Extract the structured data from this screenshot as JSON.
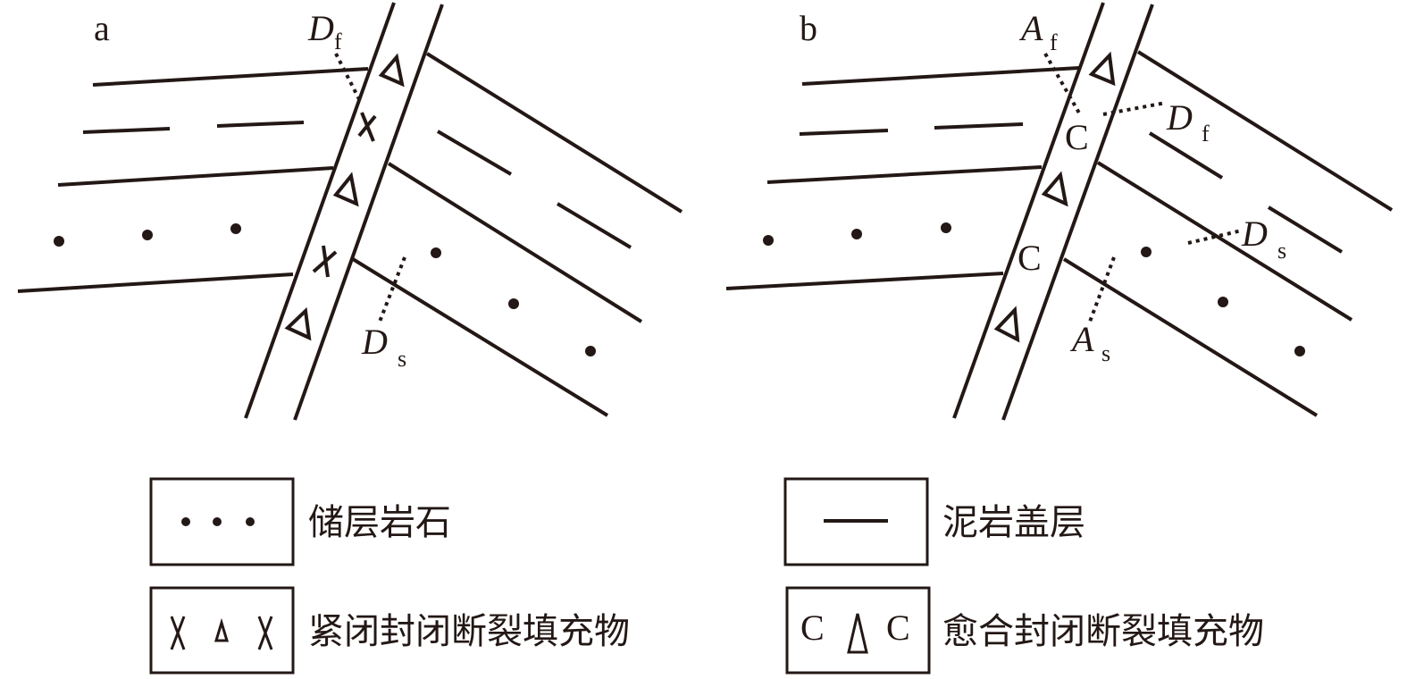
{
  "panel_a": {
    "label": "a",
    "top_label": {
      "main": "D",
      "sub": "f"
    },
    "bottom_label": {
      "main": "D",
      "sub": "s"
    }
  },
  "panel_b": {
    "label": "b",
    "top_left_label": {
      "main": "A",
      "sub": "f"
    },
    "top_right_label": {
      "main": "D",
      "sub": "f"
    },
    "mid_right_label": {
      "main": "D",
      "sub": "s"
    },
    "bottom_label": {
      "main": "A",
      "sub": "s"
    },
    "fill_marks": [
      "C",
      "C"
    ]
  },
  "legend": [
    {
      "symbol": "dots",
      "label": "储层岩石"
    },
    {
      "symbol": "dash",
      "label": "泥岩盖层"
    },
    {
      "symbol": "x-triangle-x",
      "label": "紧闭封闭断裂填充物"
    },
    {
      "symbol": "c-triangle-c",
      "label": "愈合封闭断裂填充物",
      "symbol_text": "C"
    }
  ],
  "colors": {
    "ink": "#231815"
  }
}
